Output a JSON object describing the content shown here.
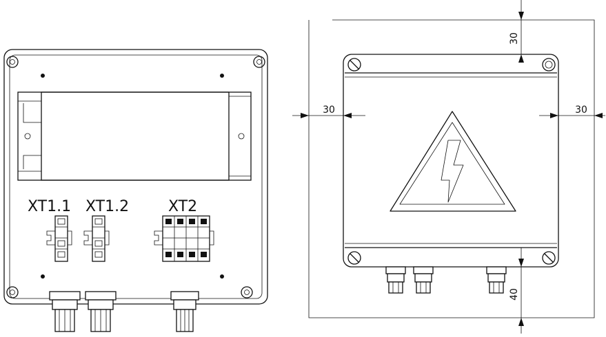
{
  "left_view": {
    "terminal_labels": [
      "XT1.1",
      "XT1.2",
      "XT2"
    ]
  },
  "right_view": {
    "dimensions": {
      "top": "30",
      "left": "30",
      "right": "30",
      "bottom": "40"
    },
    "warning_symbol": "high-voltage-warning-icon"
  },
  "colors": {
    "line": "#111111",
    "background": "#ffffff"
  }
}
